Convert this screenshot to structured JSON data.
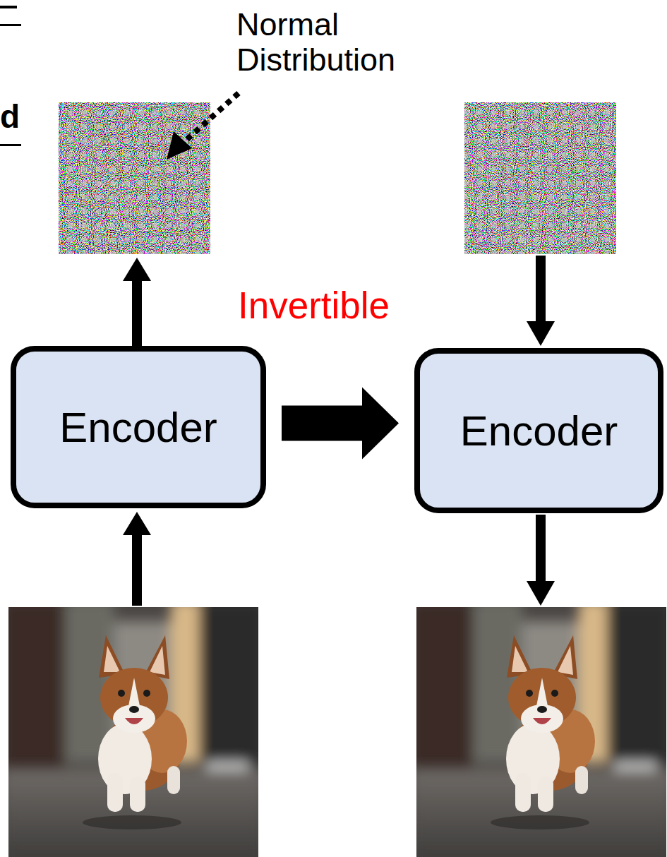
{
  "diagram": {
    "nodes": [
      {
        "text": [
          "Encoder"
        ]
      },
      {
        "text": [
          "Encoder"
        ]
      }
    ],
    "edges": [
      {
        "from": 0,
        "to": 1,
        "arrow": "to"
      }
    ],
    "labels": [
      "d",
      "Normal Distribution",
      "Invertible"
    ]
  }
}
